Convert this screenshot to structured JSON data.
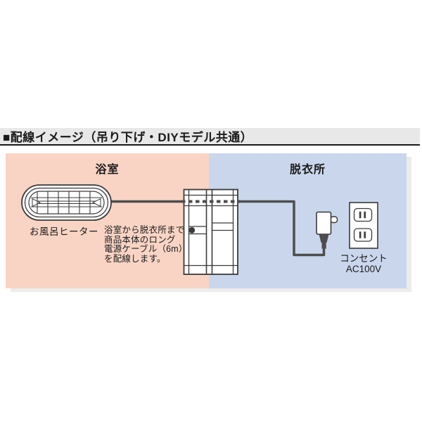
{
  "header": {
    "title": "■配線イメージ（吊り下げ・DIYモデル共通）",
    "bg_color": "#e8e8e8",
    "underline_color": "#1a1a1a"
  },
  "diagram": {
    "rooms": [
      {
        "label": "浴室",
        "color": "#f9d4c4"
      },
      {
        "label": "脱衣所",
        "color": "#cad6ec"
      }
    ],
    "heater": {
      "label": "お風呂ヒーター"
    },
    "note": "浴室から脱衣所まで\n商品本体のロング\n電源ケーブル（6m）\nを配線します。",
    "outlet": {
      "label": "コンセント\nAC100V"
    },
    "cable_color": "#4d4d4d",
    "outline_color": "#3a3a3a",
    "shadow_color": "#ececec"
  }
}
